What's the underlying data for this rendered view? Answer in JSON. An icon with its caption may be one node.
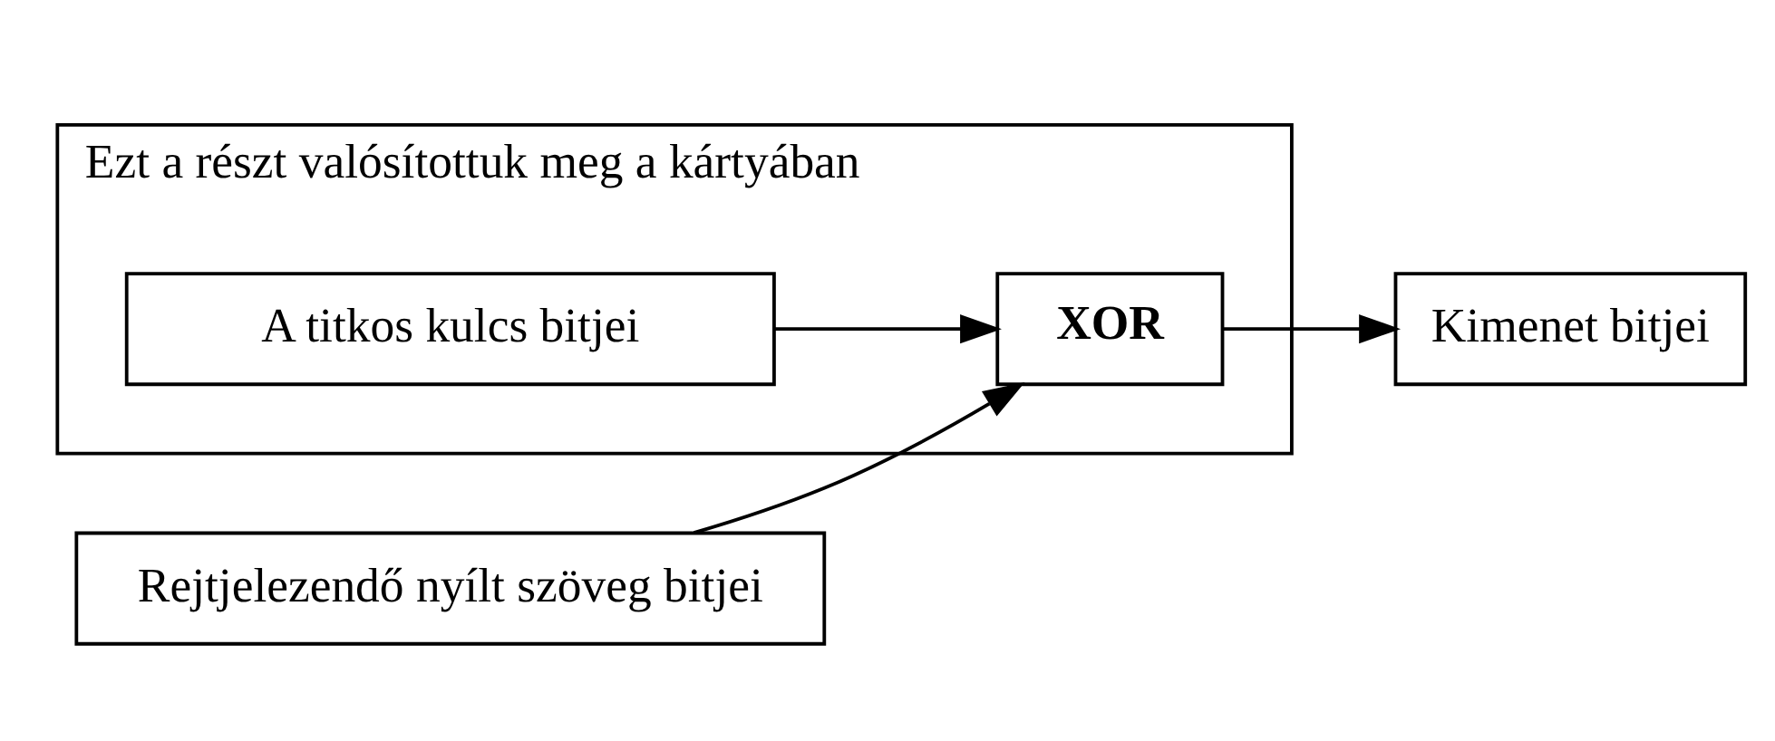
{
  "diagram": {
    "nodes": [
      {
        "text": [
          "Ezt a részt valósítottuk meg a kártyában"
        ]
      },
      {
        "text": [
          "A titkos kulcs bitjei"
        ],
        "in": 0
      },
      {
        "text": [
          "XOR"
        ],
        "in": 0
      },
      {
        "text": [
          "Kimenet bitjei"
        ]
      },
      {
        "text": [
          "Rejtjelezendő nyílt szöveg bitjei"
        ]
      }
    ],
    "edges": [
      {
        "from": 1,
        "to": 2,
        "arrow": "to"
      },
      {
        "from": 2,
        "to": 3,
        "arrow": "to"
      },
      {
        "from": 4,
        "to": 2,
        "arrow": "to"
      }
    ]
  }
}
